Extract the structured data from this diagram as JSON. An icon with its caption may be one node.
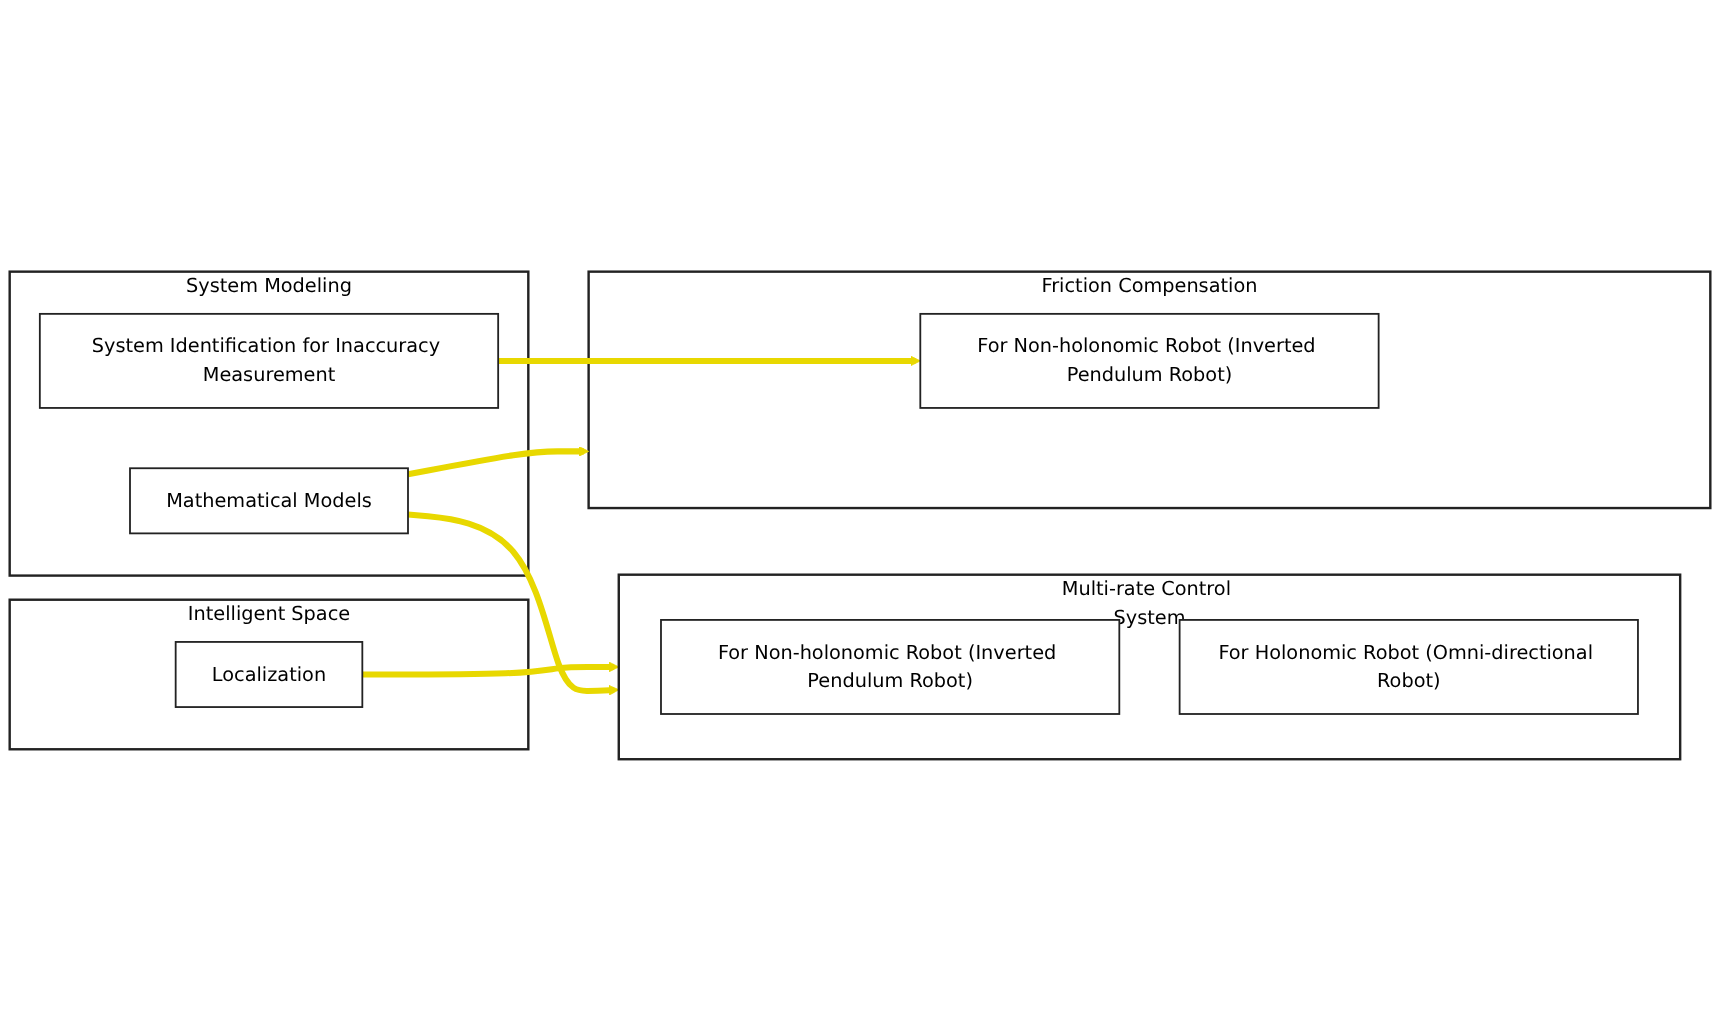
{
  "diagram": {
    "nodes": [
      {
        "text": [
          "Intelligent Space"
        ]
      },
      {
        "text": [
          "Localization"
        ],
        "in": 0
      },
      {
        "text": [
          "Multi-rate Control System"
        ]
      },
      {
        "text": [
          "For Non-holonomic Robot (Inverted Pendulum Robot)"
        ],
        "in": 2
      },
      {
        "text": [
          "For Holonomic Robot (Omni-directional Robot)"
        ],
        "in": 2
      },
      {
        "text": [
          "System Modeling"
        ]
      },
      {
        "text": [
          "Mathematical Models"
        ],
        "in": 5
      },
      {
        "text": [
          "System Identification for Inaccuracy Measurement"
        ],
        "in": 5
      },
      {
        "text": [
          "Friction Compensation"
        ]
      },
      {
        "text": [
          "For Non-holonomic Robot (Inverted Pendulum Robot)"
        ],
        "in": 8
      }
    ],
    "edges": [
      {
        "from": 1,
        "to": 2,
        "arrow": "to"
      },
      {
        "from": 6,
        "to": 2,
        "arrow": "to"
      },
      {
        "from": 6,
        "to": 8,
        "arrow": "to"
      },
      {
        "from": 7,
        "to": 9,
        "arrow": "to"
      }
    ]
  }
}
